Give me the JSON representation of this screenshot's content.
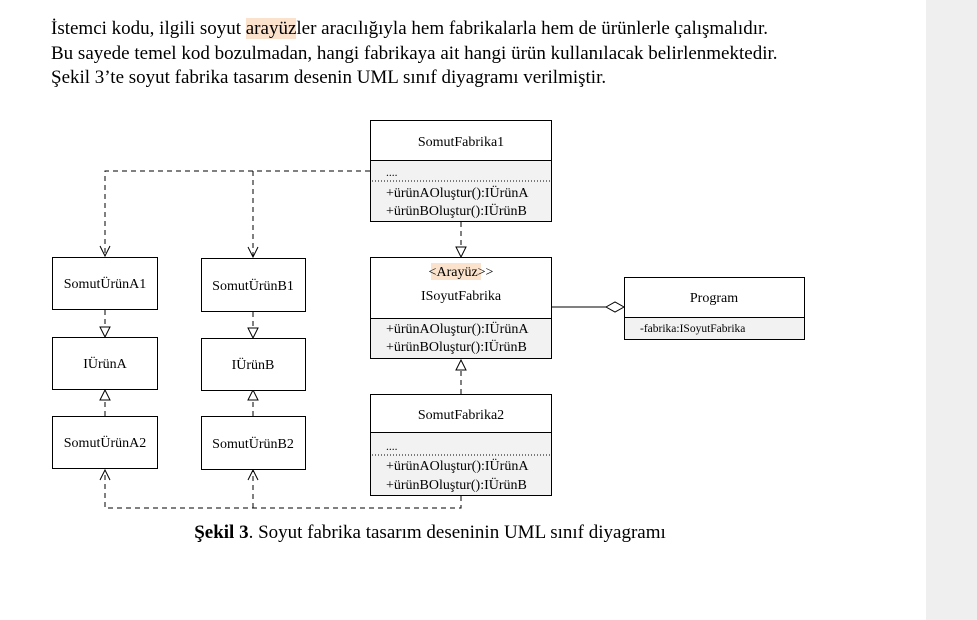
{
  "paragraph": {
    "line1_pre": "İstemci kodu, ilgili soyut ",
    "line1_hl": "arayüz",
    "line1_post": "ler aracılığıyla hem fabrikalarla hem de ürünlerle çalışmalıdır.",
    "line2": "Bu sayede temel kod bozulmadan, hangi fabrikaya ait hangi ürün kullanılacak belirlenmektedir.",
    "line3": "Şekil 3’te soyut fabrika tasarım desenin UML sınıf diyagramı verilmiştir."
  },
  "diagram": {
    "somutfabrika1": {
      "name": "SomutFabrika1",
      "attr": "....",
      "op1": "+ürünAOluştur():IÜrünA",
      "op2": "+ürünBOluştur():IÜrünB"
    },
    "isoyutfabrika": {
      "stereo_pre": "<",
      "stereo_hl": "Arayüz",
      "stereo_post": ">>",
      "name": "ISoyutFabrika",
      "op1": "+ürünAOluştur():IÜrünA",
      "op2": "+ürünBOluştur():IÜrünB"
    },
    "somutfabrika2": {
      "name": "SomutFabrika2",
      "attr": "....",
      "op1": "+ürünAOluştur():IÜrünA",
      "op2": "+ürünBOluştur():IÜrünB"
    },
    "program": {
      "name": "Program",
      "attr": "-fabrika:ISoyutFabrika"
    },
    "somuturuna1": "SomutÜrünA1",
    "iurun_a": "IÜrünA",
    "somuturuna2": "SomutÜrünA2",
    "somuturunb1": "SomutÜrünB1",
    "iurun_b": "IÜrünB",
    "somuturunb2": "SomutÜrünB2"
  },
  "caption": {
    "label": "Şekil 3",
    "text": ". Soyut fabrika tasarım deseninin UML sınıf diyagramı"
  },
  "colors": {
    "highlight": "#fbe2cc",
    "sidebar": "#efefef",
    "class_section": "#f2f2f2"
  }
}
